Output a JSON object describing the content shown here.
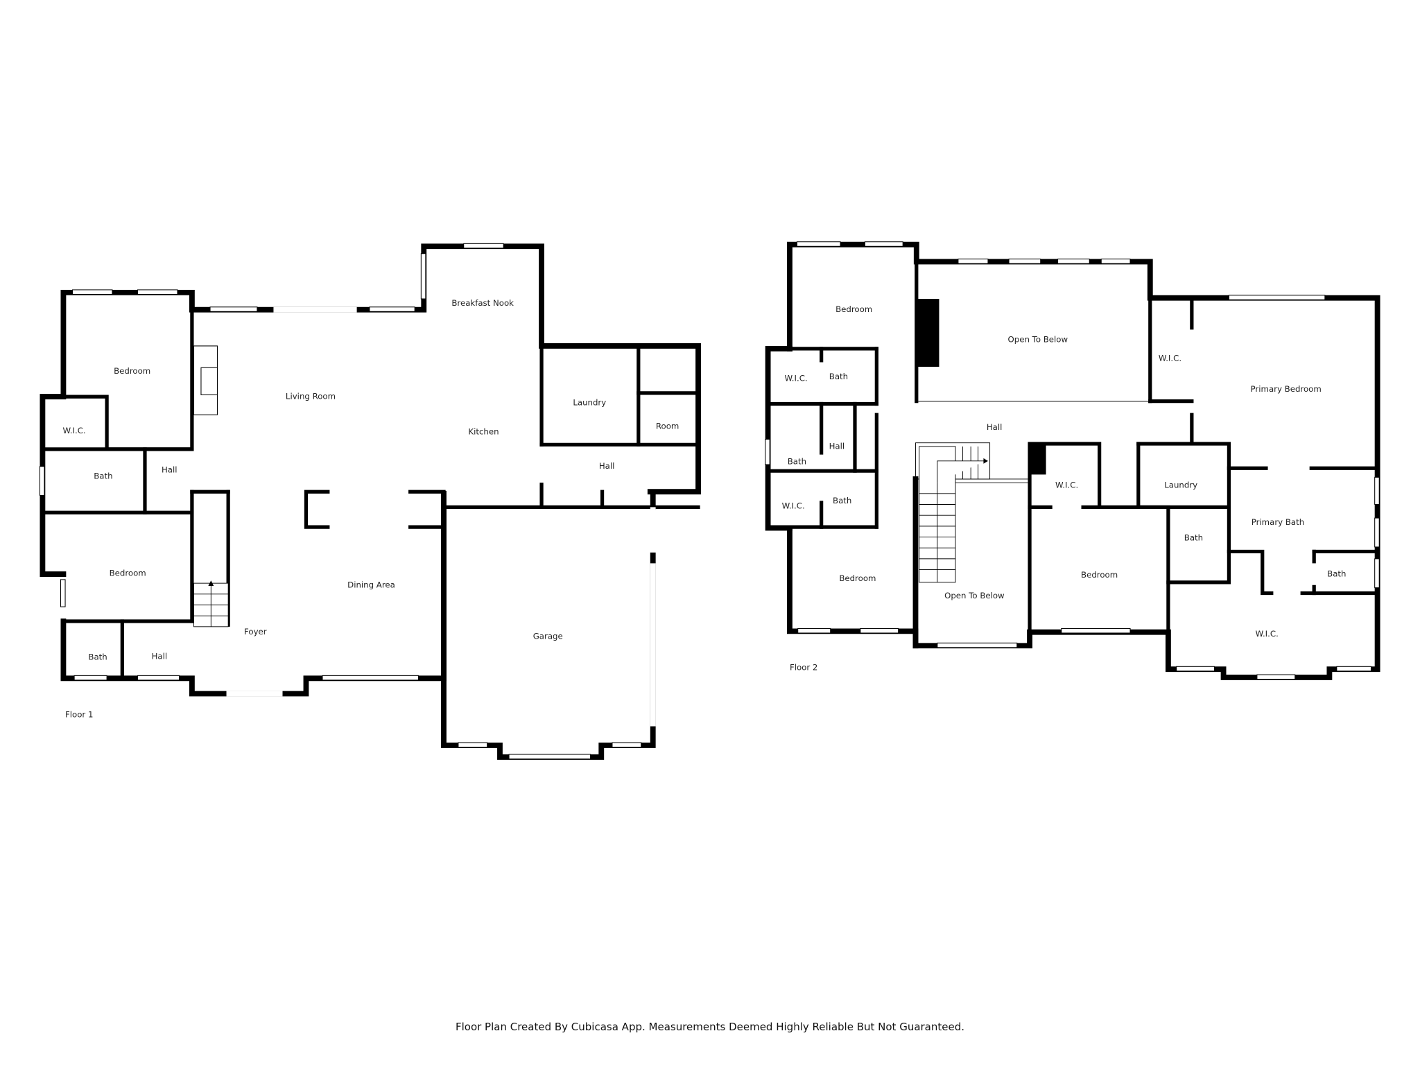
{
  "floor_1": {
    "label": "Floor 1",
    "rooms": {
      "bedroom_a": "Bedroom",
      "wic": "W.I.C.",
      "bath_a": "Bath",
      "hall_a": "Hall",
      "bedroom_b": "Bedroom",
      "bath_b": "Bath",
      "hall_b": "Hall",
      "living_room": "Living Room",
      "breakfast_nook": "Breakfast Nook",
      "kitchen": "Kitchen",
      "laundry": "Laundry",
      "room": "Room",
      "hall_c": "Hall",
      "dining_area": "Dining Area",
      "foyer": "Foyer",
      "garage": "Garage"
    }
  },
  "floor_2": {
    "label": "Floor 2",
    "rooms": {
      "bedroom_a": "Bedroom",
      "wic_a": "W.I.C.",
      "bath_a": "Bath",
      "bath_b": "Bath",
      "hall_a": "Hall",
      "wic_b": "W.I.C.",
      "bath_c": "Bath",
      "bedroom_b": "Bedroom",
      "open_to_below_a": "Open To Below",
      "hall_b": "Hall",
      "open_to_below_b": "Open To Below",
      "wic_c": "W.I.C.",
      "bedroom_c": "Bedroom",
      "wic_d": "W.I.C.",
      "primary_bedroom": "Primary Bedroom",
      "laundry": "Laundry",
      "bath_d": "Bath",
      "primary_bath": "Primary Bath",
      "bath_e": "Bath",
      "wic_e": "W.I.C."
    }
  },
  "footer": {
    "disclaimer": "Floor Plan Created By Cubicasa App. Measurements Deemed Highly Reliable But Not Guaranteed."
  }
}
